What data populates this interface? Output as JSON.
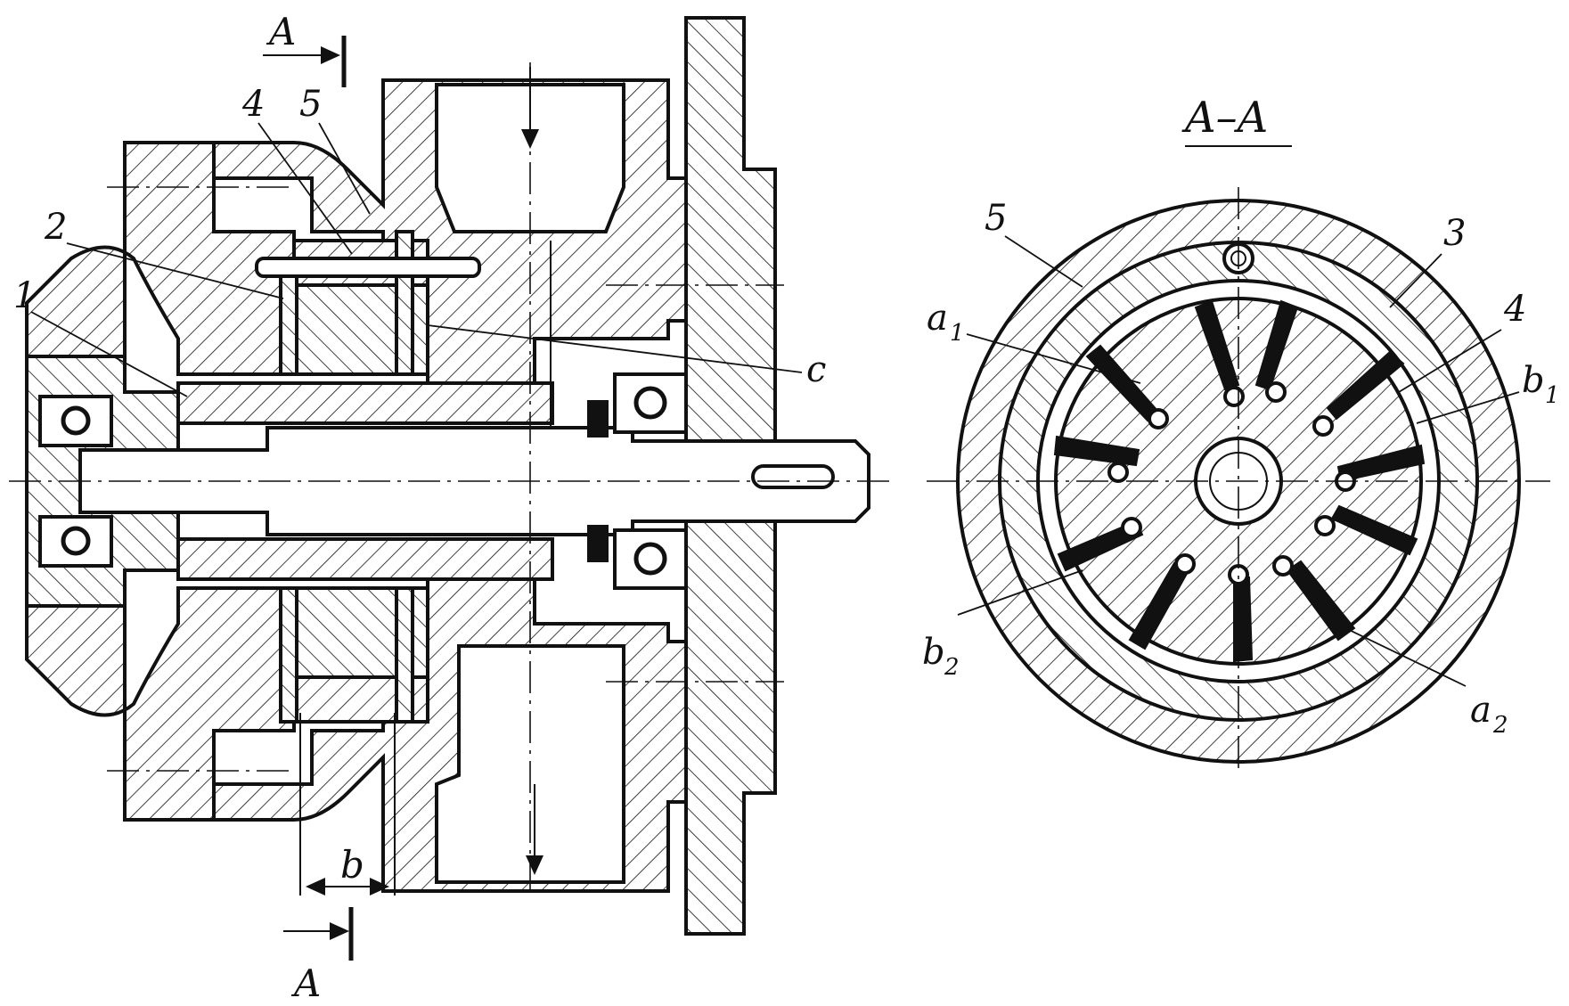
{
  "labels": {
    "section_marker_top": "A",
    "section_marker_bottom": "A",
    "section_title": "A–A",
    "part_1": "1",
    "part_2": "2",
    "part_4_left": "4",
    "part_5_left": "5",
    "channel_c": "c",
    "dimension_b": "b",
    "part_5_right": "5",
    "part_3_right": "3",
    "part_4_right": "4",
    "port_a1": "a",
    "port_a1_sub": "1",
    "port_b1": "b",
    "port_b1_sub": "1",
    "port_b2": "b",
    "port_b2_sub": "2",
    "port_a2": "a",
    "port_a2_sub": "2"
  },
  "colors": {
    "ink": "#111111",
    "paper": "#ffffff"
  }
}
